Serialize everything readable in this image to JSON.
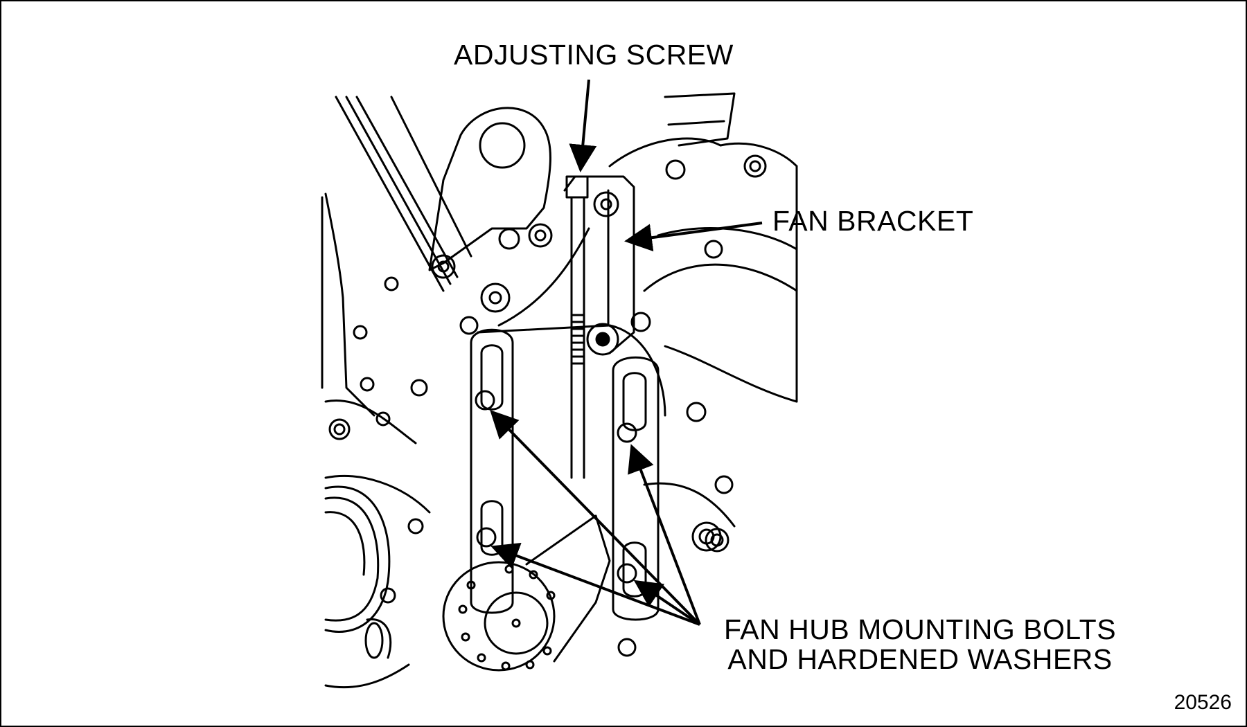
{
  "labels": {
    "adjusting_screw": "ADJUSTING SCREW",
    "fan_bracket": "FAN BRACKET",
    "fan_hub_line1": "FAN HUB MOUNTING BOLTS",
    "fan_hub_line2": "AND HARDENED WASHERS"
  },
  "figure_number": "20526"
}
